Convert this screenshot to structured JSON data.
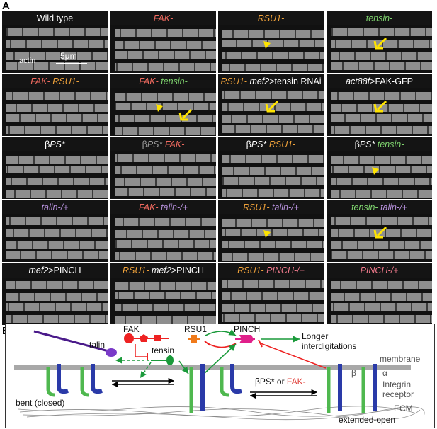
{
  "panels": {
    "a": "A",
    "b": "B"
  },
  "colors": {
    "white": "#ffffff",
    "red": "#f06a5f",
    "orange": "#f0a23a",
    "green": "#7fd36e",
    "purple": "#b48fd9",
    "pink": "#f07a8c",
    "gray": "#9a9a9a",
    "yellow": "#ffe400"
  },
  "rows": [
    {
      "tiles": [
        {
          "label": [
            {
              "t": "Wild type",
              "c": "white",
              "i": false
            }
          ],
          "scale": {
            "actin": "actin",
            "bar": "5μm"
          }
        },
        {
          "label": [
            {
              "t": "FAK-",
              "c": "red",
              "i": true
            }
          ]
        },
        {
          "label": [
            {
              "t": "RSU1-",
              "c": "orange",
              "i": true
            }
          ],
          "markers": [
            "arrowhead"
          ]
        },
        {
          "label": [
            {
              "t": "tensin-",
              "c": "green",
              "i": true
            }
          ],
          "markers": [
            "arrow"
          ]
        }
      ]
    },
    {
      "tiles": [
        {
          "label": [
            {
              "t": "FAK- ",
              "c": "red",
              "i": true
            },
            {
              "t": "RSU1-",
              "c": "orange",
              "i": true
            }
          ]
        },
        {
          "label": [
            {
              "t": "FAK- ",
              "c": "red",
              "i": true
            },
            {
              "t": "tensin-",
              "c": "green",
              "i": true
            }
          ],
          "markers": [
            "arrowhead",
            "arrow"
          ]
        },
        {
          "label": [
            {
              "t": "RSU1- ",
              "c": "orange",
              "i": true
            },
            {
              "t": "mef2",
              "c": "white",
              "i": true
            },
            {
              "t": ">tensin RNAi",
              "c": "white",
              "i": false
            }
          ],
          "markers": [
            "arrow"
          ]
        },
        {
          "label": [
            {
              "t": "act88f",
              "c": "white",
              "i": true
            },
            {
              "t": ">FAK-GFP",
              "c": "white",
              "i": false
            }
          ],
          "markers": [
            "arrow"
          ]
        }
      ]
    },
    {
      "tiles": [
        {
          "label": [
            {
              "t": "β",
              "c": "white",
              "i": false
            },
            {
              "t": "PS*",
              "c": "white",
              "i": true
            }
          ]
        },
        {
          "label": [
            {
              "t": "β",
              "c": "gray",
              "i": false
            },
            {
              "t": "PS* ",
              "c": "gray",
              "i": true
            },
            {
              "t": "FAK-",
              "c": "red",
              "i": true
            }
          ]
        },
        {
          "label": [
            {
              "t": "β",
              "c": "white",
              "i": false
            },
            {
              "t": "PS* ",
              "c": "white",
              "i": true
            },
            {
              "t": "RSU1-",
              "c": "orange",
              "i": true
            }
          ]
        },
        {
          "label": [
            {
              "t": "β",
              "c": "white",
              "i": false
            },
            {
              "t": "PS* ",
              "c": "white",
              "i": true
            },
            {
              "t": "tensin-",
              "c": "green",
              "i": true
            }
          ],
          "markers": [
            "arrowhead"
          ]
        }
      ]
    },
    {
      "tiles": [
        {
          "label": [
            {
              "t": "talin-/+",
              "c": "purple",
              "i": true
            }
          ]
        },
        {
          "label": [
            {
              "t": "FAK- ",
              "c": "red",
              "i": true
            },
            {
              "t": "talin-/+",
              "c": "purple",
              "i": true
            }
          ]
        },
        {
          "label": [
            {
              "t": "RSU1- ",
              "c": "orange",
              "i": true
            },
            {
              "t": "talin-/+",
              "c": "purple",
              "i": true
            }
          ],
          "markers": [
            "arrowhead"
          ]
        },
        {
          "label": [
            {
              "t": "tensin- ",
              "c": "green",
              "i": true
            },
            {
              "t": "talin-/+",
              "c": "purple",
              "i": true
            }
          ],
          "markers": [
            "arrow"
          ]
        }
      ]
    },
    {
      "tiles": [
        {
          "label": [
            {
              "t": "mef2",
              "c": "white",
              "i": true
            },
            {
              "t": ">PINCH",
              "c": "white",
              "i": false
            }
          ]
        },
        {
          "label": [
            {
              "t": "RSU1- ",
              "c": "orange",
              "i": true
            },
            {
              "t": "mef2",
              "c": "white",
              "i": true
            },
            {
              "t": ">PINCH",
              "c": "white",
              "i": false
            }
          ]
        },
        {
          "label": [
            {
              "t": "RSU1- ",
              "c": "orange",
              "i": true
            },
            {
              "t": "PINCH-/+",
              "c": "pink",
              "i": true
            }
          ]
        },
        {
          "label": [
            {
              "t": "PINCH-/+",
              "c": "pink",
              "i": true
            }
          ]
        }
      ]
    }
  ],
  "diagram": {
    "talin": "talin",
    "fak": "FAK",
    "tensin": "tensin",
    "rsu1": "RSU1",
    "pinch": "PINCH",
    "longer_1": "Longer",
    "longer_2": "interdigitations",
    "membrane": "membrane",
    "bent": "bent (closed)",
    "bps_pre": "βPS* or ",
    "bps_fak": "FAK-",
    "beta": "β",
    "alpha": "α",
    "integrin_1": "Integrin",
    "integrin_2": "receptor",
    "ecm": "ECM",
    "extended": "extended-open"
  }
}
